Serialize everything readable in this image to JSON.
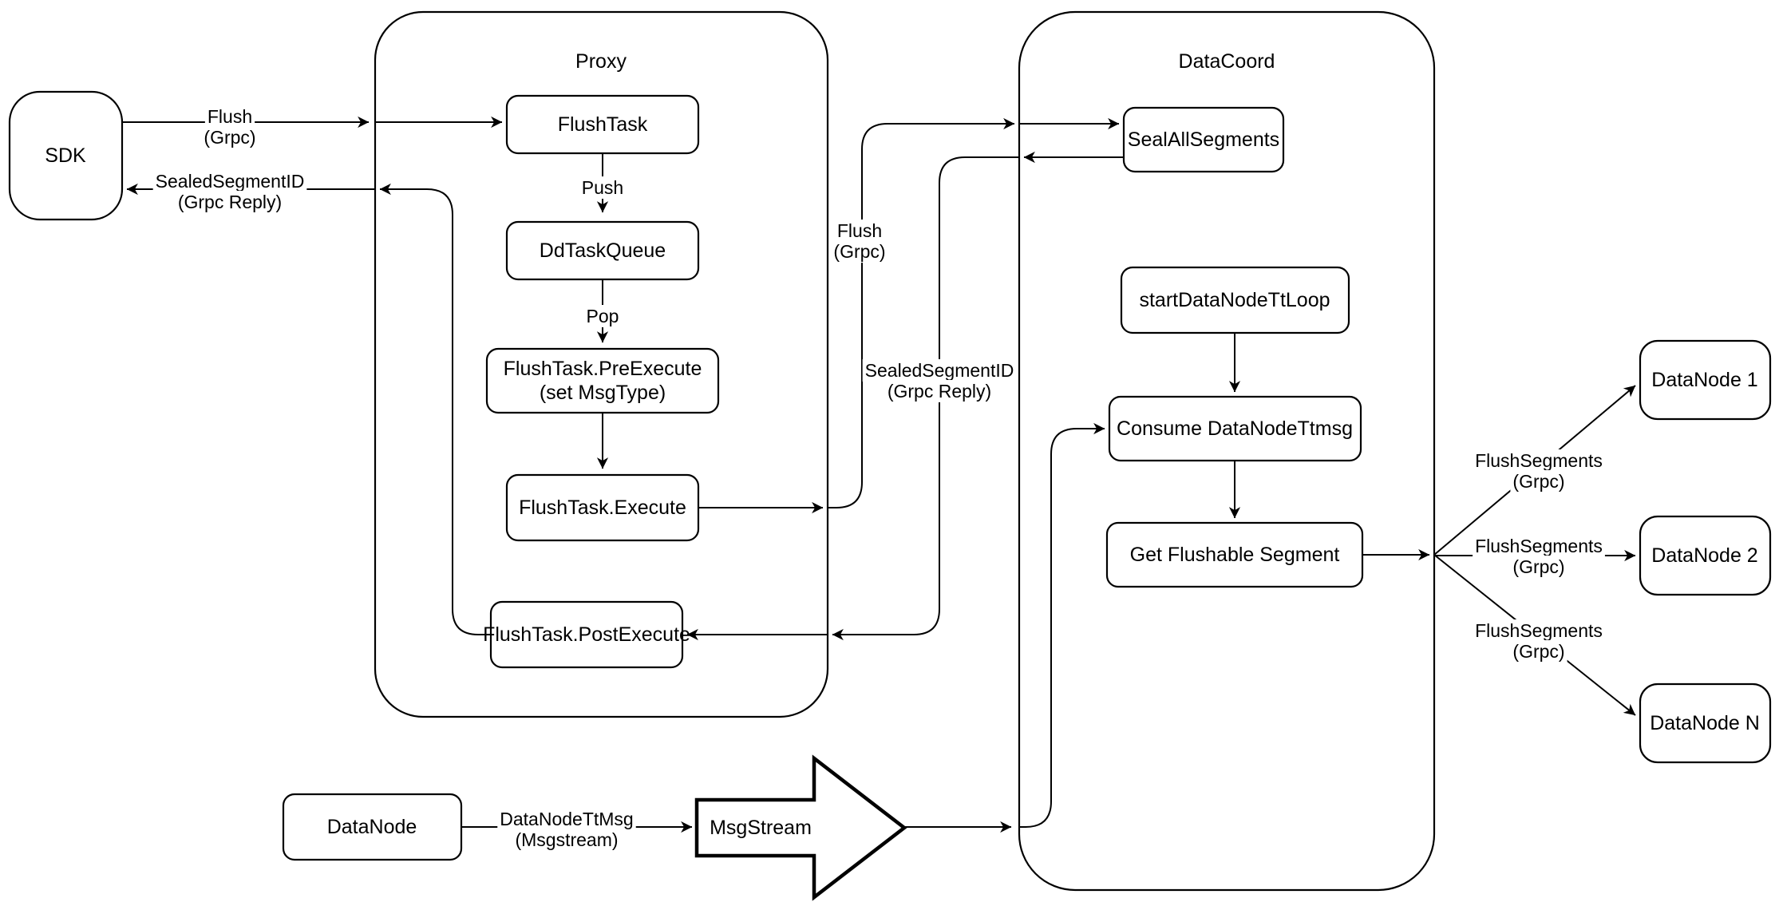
{
  "containers": {
    "proxy": "Proxy",
    "datacoord": "DataCoord"
  },
  "nodes": {
    "sdk": "SDK",
    "flush_task": "FlushTask",
    "dd_task_queue": "DdTaskQueue",
    "pre_execute1": "FlushTask.PreExecute",
    "pre_execute2": "(set MsgType)",
    "execute": "FlushTask.Execute",
    "post_execute": "FlushTask.PostExecute",
    "seal_all_segments": "SealAllSegments",
    "start_datanode_tt_loop": "startDataNodeTtLoop",
    "consume_datanode_ttmsg": "Consume DataNodeTtmsg",
    "get_flushable_segment": "Get Flushable Segment",
    "datanode_1": "DataNode 1",
    "datanode_2": "DataNode 2",
    "datanode_n": "DataNode N",
    "datanode": "DataNode",
    "msgstream": "MsgStream"
  },
  "edge_labels": {
    "flush_sdk1": "Flush",
    "flush_sdk2": "(Grpc)",
    "sealed_sdk1": "SealedSegmentID",
    "sealed_sdk2": "(Grpc Reply)",
    "push": "Push",
    "pop": "Pop",
    "flush_mid1": "Flush",
    "flush_mid2": "(Grpc)",
    "sealed_mid1": "SealedSegmentID",
    "sealed_mid2": "(Grpc Reply)",
    "fs_a1": "FlushSegments",
    "fs_a2": "(Grpc)",
    "fs_b1": "FlushSegments",
    "fs_b2": "(Grpc)",
    "fs_c1": "FlushSegments",
    "fs_c2": "(Grpc)",
    "ttmsg1": "DataNodeTtMsg",
    "ttmsg2": "(Msgstream)"
  },
  "colors": {
    "line": "#000000",
    "node_fill": "#ffffff",
    "background": "#ffffff"
  }
}
